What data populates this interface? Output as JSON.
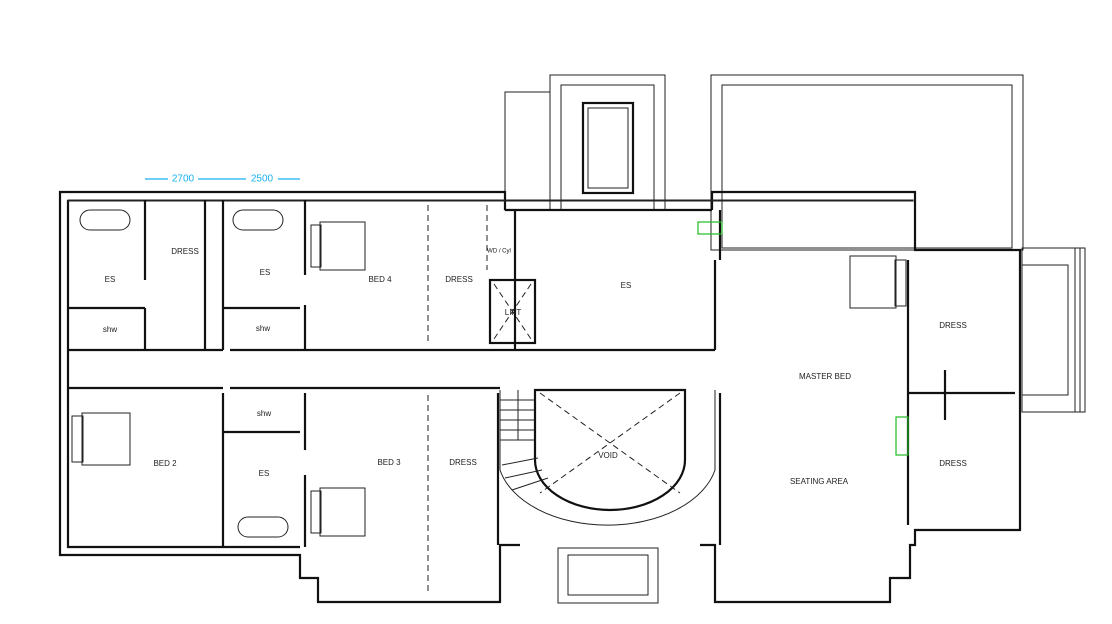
{
  "dimensions": {
    "d1": "2700",
    "d2": "2500"
  },
  "rooms": {
    "dress_top_left": "DRESS",
    "es_1": "ES",
    "shw_1": "shw",
    "es_2": "ES",
    "shw_2": "shw",
    "bed4": "BED 4",
    "dress_bed4": "DRESS",
    "wd_cyl": "WD / Cyl",
    "lift": "LIFT",
    "es_master": "ES",
    "master_bed": "MASTER BED",
    "dress_master_1": "DRESS",
    "dress_master_2": "DRESS",
    "seating_area": "SEATING AREA",
    "void": "VOID",
    "bed3": "BED 3",
    "dress_bed3": "DRESS",
    "shw_3": "shw",
    "es_3": "ES",
    "bed2": "BED 2"
  },
  "colors": {
    "dimension": "#1ab0f0",
    "highlight": "#22bb22"
  }
}
